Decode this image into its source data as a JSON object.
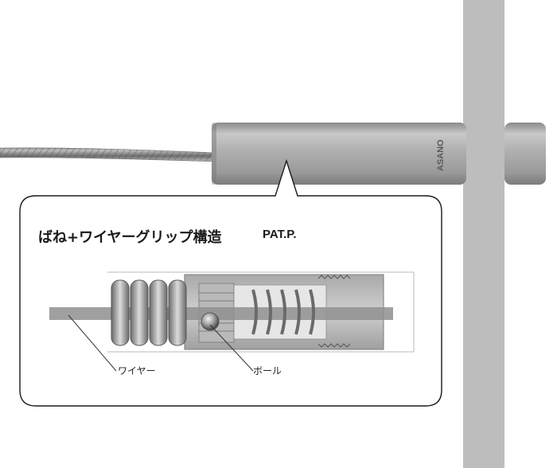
{
  "brand_text": "ASANO",
  "callout": {
    "title": "ばね+ワイヤーグリップ構造",
    "patent": "PAT.P."
  },
  "labels": {
    "wire": "ワイヤー",
    "ball": "ボール"
  },
  "colors": {
    "background": "#ffffff",
    "wall": "#bdbdbd",
    "metal": "#a3a3a3",
    "wire_rod": "#8f8f8f",
    "text": "#1a1a1a"
  }
}
